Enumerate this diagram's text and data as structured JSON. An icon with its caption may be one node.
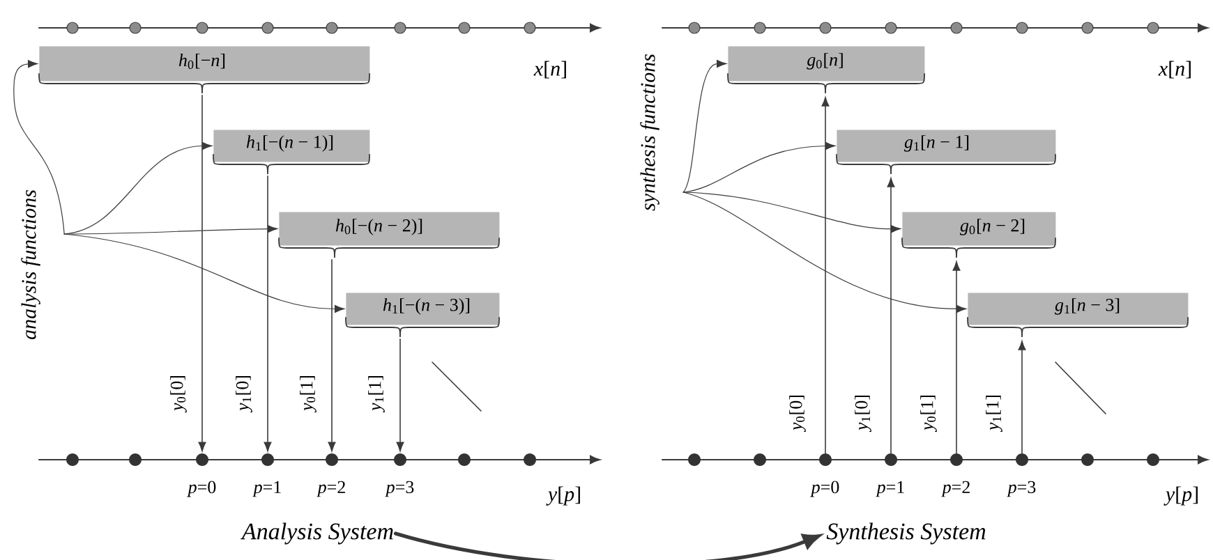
{
  "diagram": {
    "nodes": [
      {
        "text": [
          "analysis functions"
        ]
      },
      {
        "text": [
          "*h*$_{0}$[−*n*]"
        ]
      },
      {
        "text": [
          "*h*$_{1}$[−(*n* − 1)]"
        ]
      },
      {
        "text": [
          "*h*$_{0}$[−(*n* − 2)]"
        ]
      },
      {
        "text": [
          "*h*$_{1}$[−(*n* − 3)]"
        ]
      },
      {
        "text": [],
        "shape": "circle",
        "beside": [
          "*p*=0"
        ]
      },
      {
        "text": [],
        "shape": "circle",
        "beside": [
          "*p*=1"
        ]
      },
      {
        "text": [],
        "shape": "circle",
        "beside": [
          "*p*=2"
        ]
      },
      {
        "text": [],
        "shape": "circle",
        "beside": [
          "*p*=3"
        ]
      },
      {
        "text": [
          "Analysis System"
        ]
      },
      {
        "text": [
          "synthesis functions"
        ]
      },
      {
        "text": [
          "*g*$_{0}$[*n*]"
        ]
      },
      {
        "text": [
          "*g*$_{1}$[*n* − 1]"
        ]
      },
      {
        "text": [
          "*g*$_{0}$[*n* − 2]"
        ]
      },
      {
        "text": [
          "*g*$_{1}$[*n* − 3]"
        ]
      },
      {
        "text": [],
        "shape": "circle",
        "beside": [
          "*p*=0"
        ]
      },
      {
        "text": [],
        "shape": "circle",
        "beside": [
          "*p*=1"
        ]
      },
      {
        "text": [],
        "shape": "circle",
        "beside": [
          "*p*=2"
        ]
      },
      {
        "text": [],
        "shape": "circle",
        "beside": [
          "*p*=3"
        ]
      },
      {
        "text": [
          "Synthesis System"
        ]
      }
    ],
    "edges": [
      {
        "from": 0,
        "to": 1,
        "arrow": "to"
      },
      {
        "from": 0,
        "to": 2,
        "arrow": "to"
      },
      {
        "from": 0,
        "to": 3,
        "arrow": "to"
      },
      {
        "from": 0,
        "to": 4,
        "arrow": "to"
      },
      {
        "from": 1,
        "to": 5,
        "arrow": "to",
        "label": "*y*$_{0}$[0]"
      },
      {
        "from": 2,
        "to": 6,
        "arrow": "to",
        "label": "*y*$_{1}$[0]"
      },
      {
        "from": 3,
        "to": 7,
        "arrow": "to",
        "label": "*y*$_{0}$[1]"
      },
      {
        "from": 4,
        "to": 8,
        "arrow": "to",
        "label": "*y*$_{1}$[1]"
      },
      {
        "from": 9,
        "to": 19,
        "arrow": "to",
        "style": "thick"
      },
      {
        "from": 10,
        "to": 11,
        "arrow": "to"
      },
      {
        "from": 10,
        "to": 12,
        "arrow": "to"
      },
      {
        "from": 10,
        "to": 13,
        "arrow": "to"
      },
      {
        "from": 10,
        "to": 14,
        "arrow": "to"
      },
      {
        "from": 15,
        "to": 11,
        "arrow": "to",
        "label": "*y*$_{0}$[0]"
      },
      {
        "from": 16,
        "to": 12,
        "arrow": "to",
        "label": "*y*$_{1}$[0]"
      },
      {
        "from": 17,
        "to": 13,
        "arrow": "to",
        "label": "*y*$_{0}$[1]"
      },
      {
        "from": 18,
        "to": 14,
        "arrow": "to",
        "label": "*y*$_{1}$[1]"
      }
    ],
    "labels": [
      "*x*[*n*]",
      "*y*[*p*]",
      "*x*[*n*]",
      "*y*[*p*]"
    ]
  }
}
